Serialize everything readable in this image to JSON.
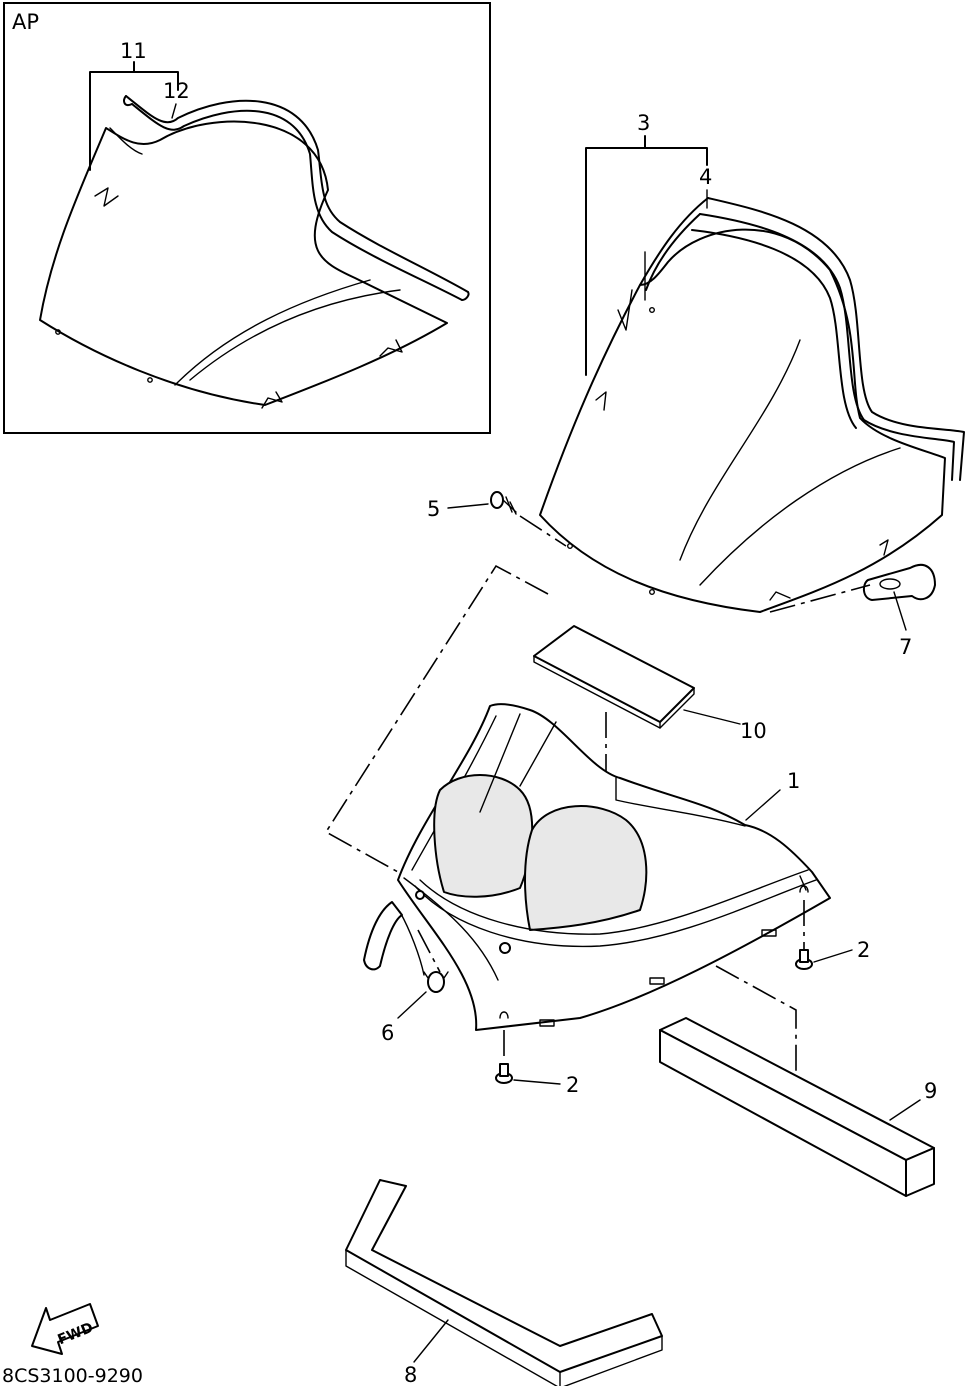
{
  "inset": {
    "label": "AP"
  },
  "callouts": {
    "c1": "1",
    "c2a": "2",
    "c2b": "2",
    "c3": "3",
    "c4": "4",
    "c5": "5",
    "c6": "6",
    "c7": "7",
    "c8": "8",
    "c9": "9",
    "c10": "10",
    "c11": "11",
    "c12": "12"
  },
  "direction": {
    "label": "FWD",
    "icon": "arrow-left-icon"
  },
  "diagram_code": "8CS3100-9290"
}
